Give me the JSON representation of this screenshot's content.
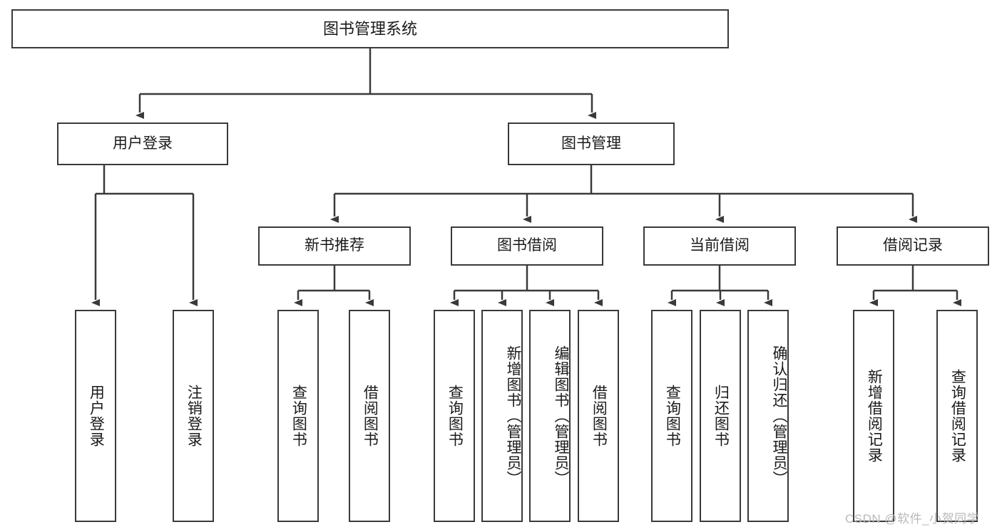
{
  "diagram": {
    "type": "tree-hierarchy",
    "title": "图书管理系统",
    "root": {
      "label": "图书管理系统"
    },
    "level1": [
      {
        "label": "用户登录"
      },
      {
        "label": "图书管理"
      }
    ],
    "level2": [
      {
        "label": "新书推荐"
      },
      {
        "label": "图书借阅"
      },
      {
        "label": "当前借阅"
      },
      {
        "label": "借阅记录"
      }
    ],
    "leaves": {
      "user_login": [
        {
          "label": "用户登录"
        },
        {
          "label": "注销登录"
        }
      ],
      "new_book_recommend": [
        {
          "label": "查询图书"
        },
        {
          "label": "借阅图书"
        }
      ],
      "book_borrow": [
        {
          "label": "查询图书"
        },
        {
          "label": "新增图书（管理员）"
        },
        {
          "label": "编辑图书（管理员）"
        },
        {
          "label": "借阅图书"
        }
      ],
      "current_borrow": [
        {
          "label": "查询图书"
        },
        {
          "label": "归还图书"
        },
        {
          "label": "确认归还（管理员）"
        }
      ],
      "borrow_record": [
        {
          "label": "新增借阅记录"
        },
        {
          "label": "查询借阅记录"
        }
      ]
    }
  },
  "watermark": {
    "text": "CSDN @软件_小贺同学"
  },
  "colors": {
    "stroke": "#3a3a3a",
    "fill": "#ffffff",
    "text": "#1a1a1a",
    "watermark": "#b9b9b9"
  }
}
